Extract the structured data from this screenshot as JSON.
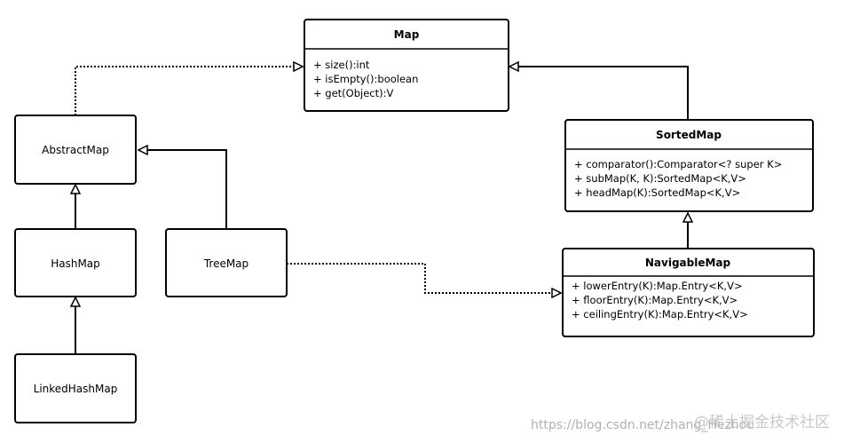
{
  "classes": {
    "map": {
      "name": "Map",
      "members": [
        "+ size():int",
        "+ isEmpty():boolean",
        "+ get(Object):V"
      ]
    },
    "sorted_map": {
      "name": "SortedMap",
      "members": [
        "+ comparator():Comparator<? super K>",
        "+ subMap(K, K):SortedMap<K,V>",
        "+ headMap(K):SortedMap<K,V>"
      ]
    },
    "navigable_map": {
      "name": "NavigableMap",
      "members": [
        "+ lowerEntry(K):Map.Entry<K,V>",
        "+ floorEntry(K):Map.Entry<K,V>",
        "+ ceilingEntry(K):Map.Entry<K,V>"
      ]
    },
    "abstract_map": {
      "name": "AbstractMap"
    },
    "hash_map": {
      "name": "HashMap"
    },
    "tree_map": {
      "name": "TreeMap"
    },
    "linked_hash_map": {
      "name": "LinkedHashMap"
    }
  },
  "watermark": {
    "url_text": "https://blog.csdn.net/zhang_Hezhou",
    "brand_text": "@稀土掘金技术社区"
  }
}
